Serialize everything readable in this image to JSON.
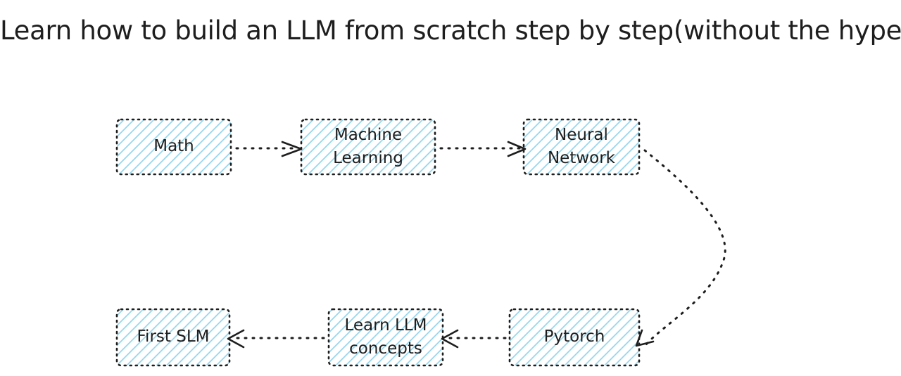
{
  "title": "Learn how to build an LLM from scratch step by step(without the hype)",
  "colors": {
    "fill": "#8ed2ec",
    "stroke": "#1e1e1e",
    "text": "#1e1e1e"
  },
  "nodes": {
    "math": {
      "label": "Math"
    },
    "machine_learning": {
      "label": "Machine\nLearning"
    },
    "neural_network": {
      "label": "Neural\nNetwork"
    },
    "pytorch": {
      "label": "Pytorch"
    },
    "learn_llm_concepts": {
      "label": "Learn LLM\nconcepts"
    },
    "first_slm": {
      "label": "First SLM"
    }
  },
  "edges": [
    {
      "from": "Math",
      "to": "Machine Learning"
    },
    {
      "from": "Machine Learning",
      "to": "Neural Network"
    },
    {
      "from": "Neural Network",
      "to": "Pytorch"
    },
    {
      "from": "Pytorch",
      "to": "Learn LLM concepts"
    },
    {
      "from": "Learn LLM concepts",
      "to": "First SLM"
    }
  ]
}
